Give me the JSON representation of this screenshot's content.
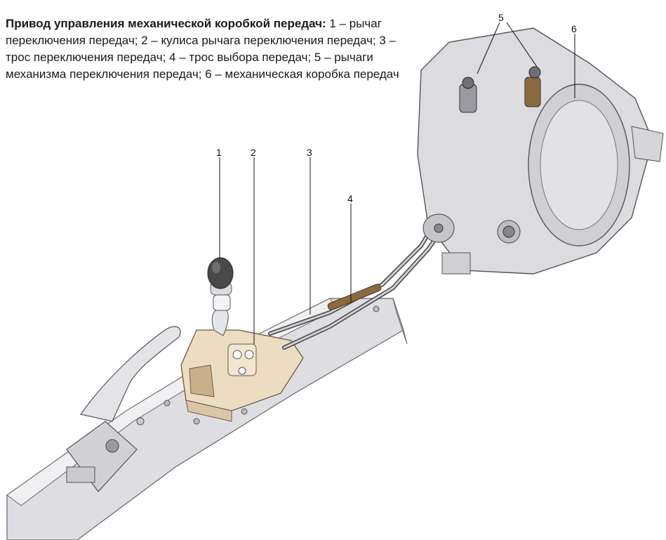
{
  "caption": {
    "title": "Привод управления механической коробкой передач:",
    "body": "1 – рычаг переключения передач; 2 – кулиса рычага переключения передач; 3 – трос переключения передач; 4 – трос выбора передач; 5 – рычаги механизма переключения передач; 6 – механическая коробка передач"
  },
  "callouts": [
    {
      "number": "1",
      "meaning": "рычаг переключения передач"
    },
    {
      "number": "2",
      "meaning": "кулиса рычага переключения передач"
    },
    {
      "number": "3",
      "meaning": "трос переключения передач"
    },
    {
      "number": "4",
      "meaning": "трос выбора передач"
    },
    {
      "number": "5",
      "meaning": "рычаги механизма переключения передач"
    },
    {
      "number": "6",
      "meaning": "механическая коробка передач"
    }
  ],
  "colors": {
    "metal": "#d9d9dc",
    "metal_dark": "#9a9aa0",
    "housing": "#ecdcc2",
    "cable_sheath": "#8a6a3e",
    "knob": "#4a4a4a"
  }
}
